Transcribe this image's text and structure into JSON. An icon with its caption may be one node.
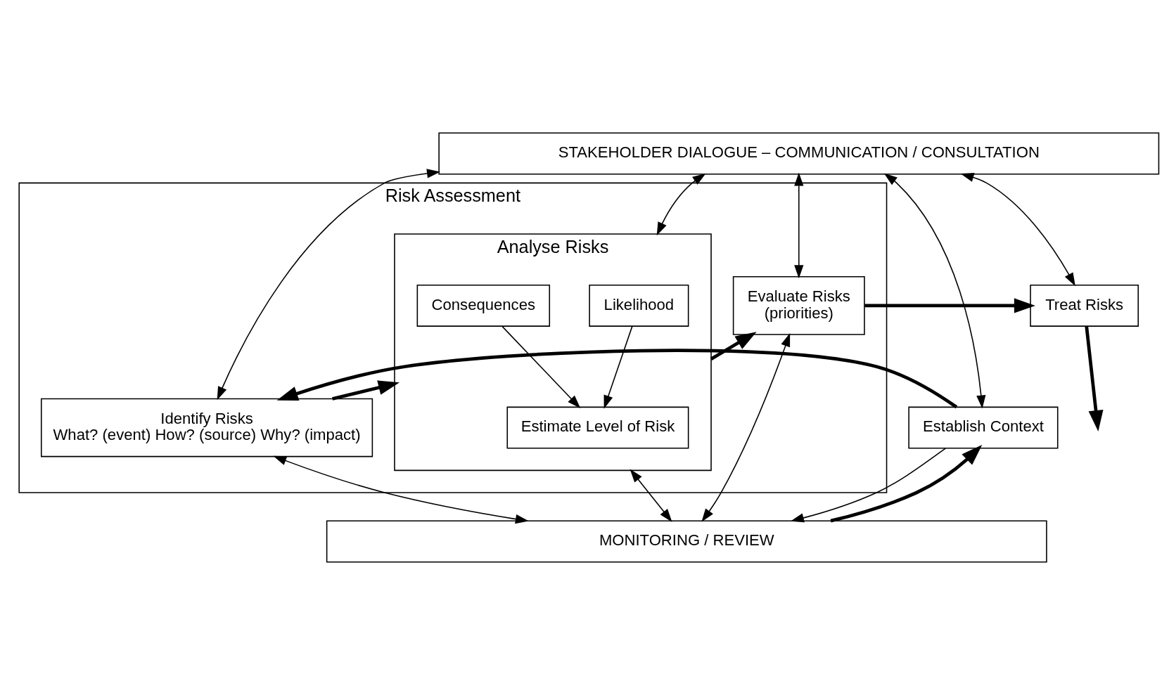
{
  "diagram": {
    "nodes": [
      {
        "text": [
          "STAKEHOLDER DIALOGUE – COMMUNICATION / CONSULTATION"
        ]
      },
      {
        "text": [
          "Establish Context"
        ]
      },
      {
        "text": [
          "Risk Assessment"
        ]
      },
      {
        "text": [
          "Identify Risks",
          "What? (event) How? (source) Why? (impact)"
        ],
        "in": 2
      },
      {
        "text": [
          "Analyse Risks"
        ],
        "in": 2
      },
      {
        "text": [
          "Likelihood"
        ],
        "in": 4
      },
      {
        "text": [
          "Consequences"
        ],
        "in": 4
      },
      {
        "text": [
          "Estimate Level of Risk"
        ],
        "in": 4
      },
      {
        "text": [
          "Evaluate Risks",
          "(priorities)"
        ],
        "in": 2
      },
      {
        "text": [
          "Treat Risks"
        ]
      },
      {
        "text": [
          "MONITORING / REVIEW"
        ]
      }
    ],
    "edges": [
      {
        "from": 0,
        "to": 1,
        "arrow": "both"
      },
      {
        "from": 0,
        "to": 3,
        "arrow": "both"
      },
      {
        "from": 0,
        "to": 4,
        "arrow": "both"
      },
      {
        "from": 0,
        "to": 8,
        "arrow": "both"
      },
      {
        "from": 0,
        "to": 9,
        "arrow": "both"
      },
      {
        "from": 1,
        "to": 3,
        "arrow": "to",
        "style": "thick"
      },
      {
        "from": 3,
        "to": 4,
        "arrow": "to",
        "style": "thick"
      },
      {
        "from": 5,
        "to": 7,
        "arrow": "to"
      },
      {
        "from": 6,
        "to": 7,
        "arrow": "to"
      },
      {
        "from": 4,
        "to": 8,
        "arrow": "to",
        "style": "thick"
      },
      {
        "from": 8,
        "to": 9,
        "arrow": "to",
        "style": "thick"
      },
      {
        "from": 9,
        "to": null,
        "arrow": "to",
        "style": "thick"
      },
      {
        "from": 1,
        "to": 10,
        "arrow": "to"
      },
      {
        "from": 3,
        "to": 10,
        "arrow": "both"
      },
      {
        "from": 4,
        "to": 10,
        "arrow": "both"
      },
      {
        "from": 8,
        "to": 10,
        "arrow": "both"
      },
      {
        "from": 10,
        "to": 1,
        "arrow": "to",
        "style": "thick"
      }
    ]
  }
}
